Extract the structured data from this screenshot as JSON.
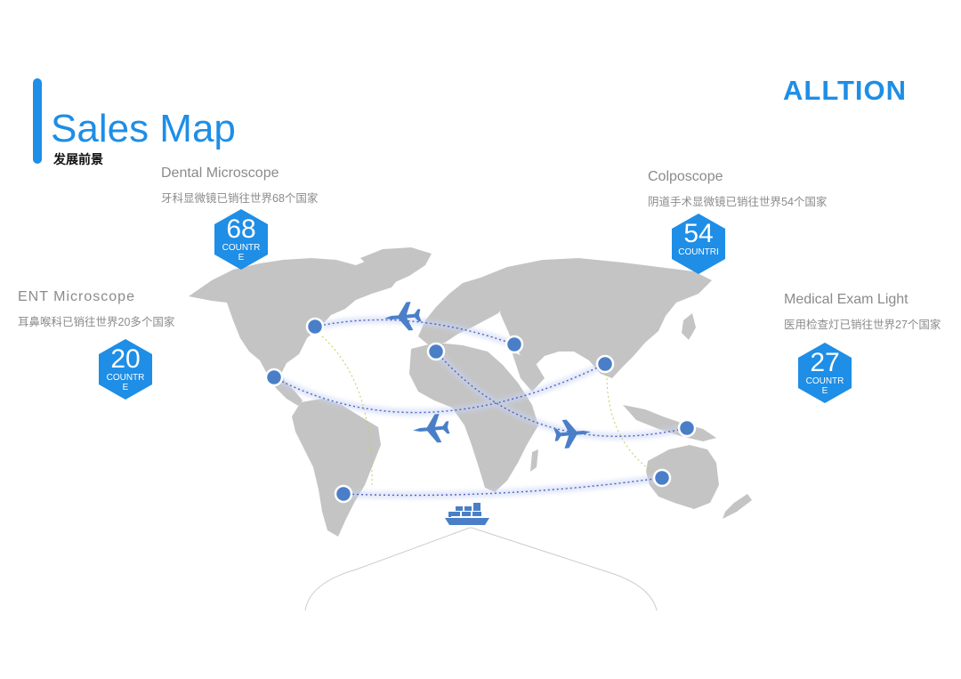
{
  "header": {
    "title": "Sales Map",
    "subtitle": "发展前景",
    "logo": "ALLTION",
    "accent_color": "#1e8ee6"
  },
  "products": [
    {
      "name": "Dental Microscope",
      "description": "牙科显微镜已销往世界68个国家",
      "count": "68",
      "unit": "COUNTRE"
    },
    {
      "name": "Colposcope",
      "description": "阴道手术显微镜已销往世界54个国家",
      "count": "54",
      "unit": "COUNTRI"
    },
    {
      "name": "ENT Microscope",
      "description": "耳鼻喉科已销往世界20多个国家",
      "count": "20",
      "unit": "COUNTRE"
    },
    {
      "name": "Medical Exam Light",
      "description": "医用检查灯已销往世界27个国家",
      "count": "27",
      "unit": "COUNTRE"
    }
  ],
  "map": {
    "land_color": "#c4c4c4",
    "route_color": "#5060c0",
    "marker_color": "#4a7fc8",
    "icons": [
      "airplane-icon",
      "airplane-icon",
      "airplane-icon",
      "cargo-ship-icon"
    ]
  }
}
